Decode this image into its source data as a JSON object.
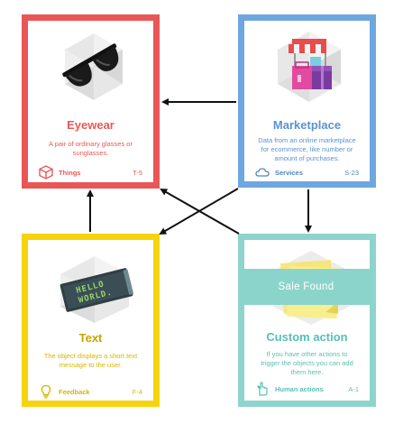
{
  "cards": {
    "eyewear": {
      "title": "Eyewear",
      "description": "A pair of ordinary glasses or sunglasses.",
      "footer_label": "Things",
      "footer_code": "T-5",
      "footer_icon": "cube-icon",
      "art_icon": "sunglasses-icon"
    },
    "marketplace": {
      "title": "Marketplace",
      "description": "Data from an online marketplace for ecommerce, like number or amount of purchases.",
      "footer_label": "Services",
      "footer_code": "S-23",
      "footer_icon": "cloud-icon",
      "art_icon": "shop-stall-icon"
    },
    "text": {
      "title": "Text",
      "description": "The object displays a short text message to the user.",
      "footer_label": "Feedback",
      "footer_code": "F-4",
      "footer_icon": "lightbulb-icon",
      "art_icon": "led-display-icon",
      "display_text": [
        "HELLO",
        "WORLD."
      ]
    },
    "custom": {
      "title": "Custom action",
      "description": "If you have other actions to trigger the objects you can add them here.",
      "footer_label": "Human actions",
      "footer_code": "A-1",
      "footer_icon": "hand-icon",
      "art_icon": "sticky-note-icon"
    }
  },
  "banner": {
    "text": "Sale Found"
  },
  "colors": {
    "eyewear": "#ea5656",
    "marketplace": "#6ea7df",
    "text": "#f6d40d",
    "custom": "#8ed4cc",
    "arrow": "#111111"
  }
}
